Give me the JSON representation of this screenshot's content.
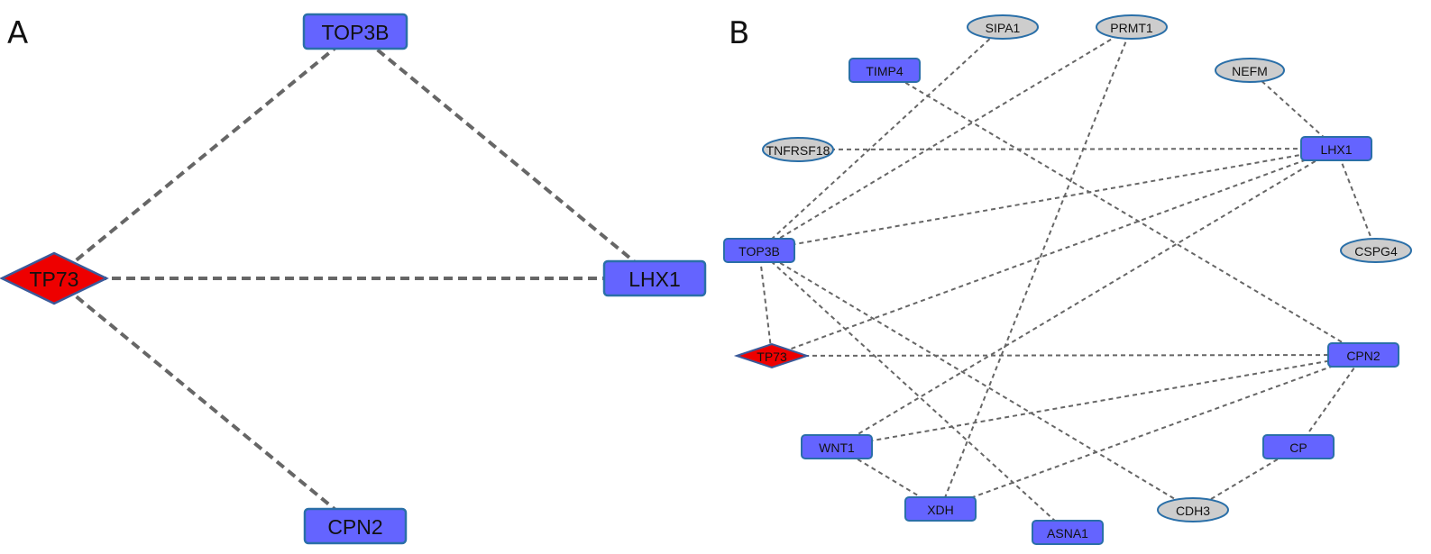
{
  "panels": [
    {
      "label": "A",
      "nodes": [
        {
          "id": "TOP3B",
          "label": "TOP3B",
          "shape": "rect"
        },
        {
          "id": "TP73",
          "label": "TP73",
          "shape": "diamond"
        },
        {
          "id": "LHX1",
          "label": "LHX1",
          "shape": "rect"
        },
        {
          "id": "CPN2",
          "label": "CPN2",
          "shape": "rect"
        }
      ],
      "edges": [
        [
          "TP73",
          "TOP3B"
        ],
        [
          "TP73",
          "LHX1"
        ],
        [
          "TP73",
          "CPN2"
        ],
        [
          "TOP3B",
          "LHX1"
        ]
      ]
    },
    {
      "label": "B",
      "nodes": [
        {
          "id": "SIPA1",
          "label": "SIPA1",
          "shape": "ellipse"
        },
        {
          "id": "PRMT1",
          "label": "PRMT1",
          "shape": "ellipse"
        },
        {
          "id": "TIMP4",
          "label": "TIMP4",
          "shape": "rect"
        },
        {
          "id": "NEFM",
          "label": "NEFM",
          "shape": "ellipse"
        },
        {
          "id": "TNFRSF18",
          "label": "TNFRSF18",
          "shape": "ellipse"
        },
        {
          "id": "LHX1",
          "label": "LHX1",
          "shape": "rect"
        },
        {
          "id": "TOP3B",
          "label": "TOP3B",
          "shape": "rect"
        },
        {
          "id": "CSPG4",
          "label": "CSPG4",
          "shape": "ellipse"
        },
        {
          "id": "TP73",
          "label": "TP73",
          "shape": "diamond"
        },
        {
          "id": "CPN2",
          "label": "CPN2",
          "shape": "rect"
        },
        {
          "id": "WNT1",
          "label": "WNT1",
          "shape": "rect"
        },
        {
          "id": "CP",
          "label": "CP",
          "shape": "rect"
        },
        {
          "id": "XDH",
          "label": "XDH",
          "shape": "rect"
        },
        {
          "id": "ASNA1",
          "label": "ASNA1",
          "shape": "rect"
        },
        {
          "id": "CDH3",
          "label": "CDH3",
          "shape": "ellipse"
        }
      ],
      "edges": [
        [
          "TOP3B",
          "SIPA1"
        ],
        [
          "TOP3B",
          "PRMT1"
        ],
        [
          "TOP3B",
          "LHX1"
        ],
        [
          "TOP3B",
          "TP73"
        ],
        [
          "TOP3B",
          "ASNA1"
        ],
        [
          "TOP3B",
          "CDH3"
        ],
        [
          "TNFRSF18",
          "LHX1"
        ],
        [
          "TIMP4",
          "CPN2"
        ],
        [
          "PRMT1",
          "XDH"
        ],
        [
          "NEFM",
          "LHX1"
        ],
        [
          "LHX1",
          "CSPG4"
        ],
        [
          "LHX1",
          "TP73"
        ],
        [
          "LHX1",
          "WNT1"
        ],
        [
          "TP73",
          "CPN2"
        ],
        [
          "WNT1",
          "CPN2"
        ],
        [
          "WNT1",
          "XDH"
        ],
        [
          "XDH",
          "CPN2"
        ],
        [
          "CPN2",
          "CP"
        ],
        [
          "CP",
          "CDH3"
        ]
      ]
    }
  ],
  "colors": {
    "target_fill": "#ee0000",
    "target_stroke": "#3a5a9a",
    "rect_fill": "#6464ff",
    "rect_stroke": "#2a6fa8",
    "ellipse_fill": "#cdcdcd",
    "ellipse_stroke": "#2a6fa8",
    "edge": "#666666"
  }
}
